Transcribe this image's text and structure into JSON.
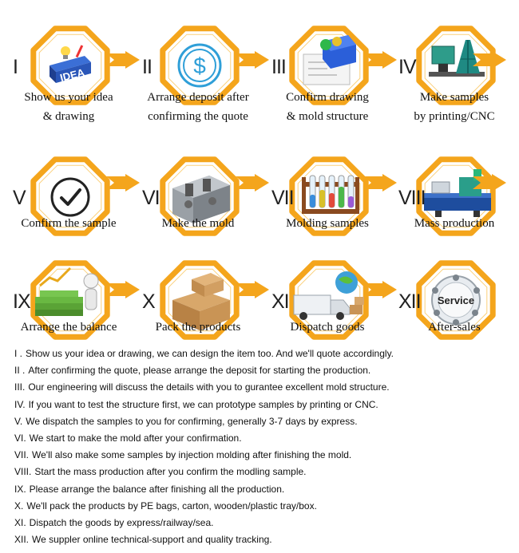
{
  "steps": [
    {
      "numeral": "I",
      "caption": [
        "Show us your idea",
        "& drawing"
      ],
      "icon": "idea-icon"
    },
    {
      "numeral": "II",
      "caption": [
        "Arrange deposit after",
        "confirming the quote"
      ],
      "icon": "dollar-icon"
    },
    {
      "numeral": "III",
      "caption": [
        "Confirm drawing",
        "& mold structure"
      ],
      "icon": "cad-drawing-icon"
    },
    {
      "numeral": "IV",
      "caption": [
        "Make samples",
        "by printing/CNC"
      ],
      "icon": "3d-printer-icon"
    },
    {
      "numeral": "V",
      "caption": [
        "Confirm the sample"
      ],
      "icon": "checkmark-icon"
    },
    {
      "numeral": "VI",
      "caption": [
        "Make the mold"
      ],
      "icon": "mold-icon"
    },
    {
      "numeral": "VII",
      "caption": [
        "Molding samples"
      ],
      "icon": "test-tubes-icon"
    },
    {
      "numeral": "VIII",
      "caption": [
        "Mass production"
      ],
      "icon": "machine-icon"
    },
    {
      "numeral": "IX",
      "caption": [
        "Arrange the balance"
      ],
      "icon": "money-stack-icon"
    },
    {
      "numeral": "X",
      "caption": [
        "Pack the products"
      ],
      "icon": "cardboard-boxes-icon"
    },
    {
      "numeral": "XI",
      "caption": [
        "Dispatch goods"
      ],
      "icon": "delivery-truck-icon"
    },
    {
      "numeral": "XII",
      "caption": [
        "After-sales"
      ],
      "icon": "service-dial-icon",
      "icon_text": "Service"
    }
  ],
  "notes": [
    {
      "num": "I .",
      "text": "Show us your idea or drawing, we can design the item too. And we'll quote accordingly."
    },
    {
      "num": "II .",
      "text": "After confirming the quote, please arrange the deposit for starting the production."
    },
    {
      "num": "III.",
      "text": "Our engineering will discuss the details with you to gurantee excellent mold structure."
    },
    {
      "num": "IV.",
      "text": "If you want to test the structure first, we can prototype samples by printing or CNC."
    },
    {
      "num": "V.",
      "text": "We dispatch the samples to you for confirming, generally 3-7 days by express."
    },
    {
      "num": "VI.",
      "text": "We start to make the mold after your confirmation."
    },
    {
      "num": "VII.",
      "text": "We'll also make some samples by injection molding after finishing the mold."
    },
    {
      "num": "VIII.",
      "text": "Start the mass production after you confirm the modling sample."
    },
    {
      "num": "IX.",
      "text": "Please arrange the balance after finishing all the production."
    },
    {
      "num": "X.",
      "text": "We'll pack the products by PE bags, carton, wooden/plastic tray/box."
    },
    {
      "num": "XI.",
      "text": "Dispatch the goods by express/railway/sea."
    },
    {
      "num": "XII.",
      "text": "We suppler online technical-support and quality tracking."
    }
  ],
  "colors": {
    "accent": "#f4a51c",
    "accent_light": "#fbd07a",
    "text": "#111111"
  },
  "idea_word": "IDEA"
}
